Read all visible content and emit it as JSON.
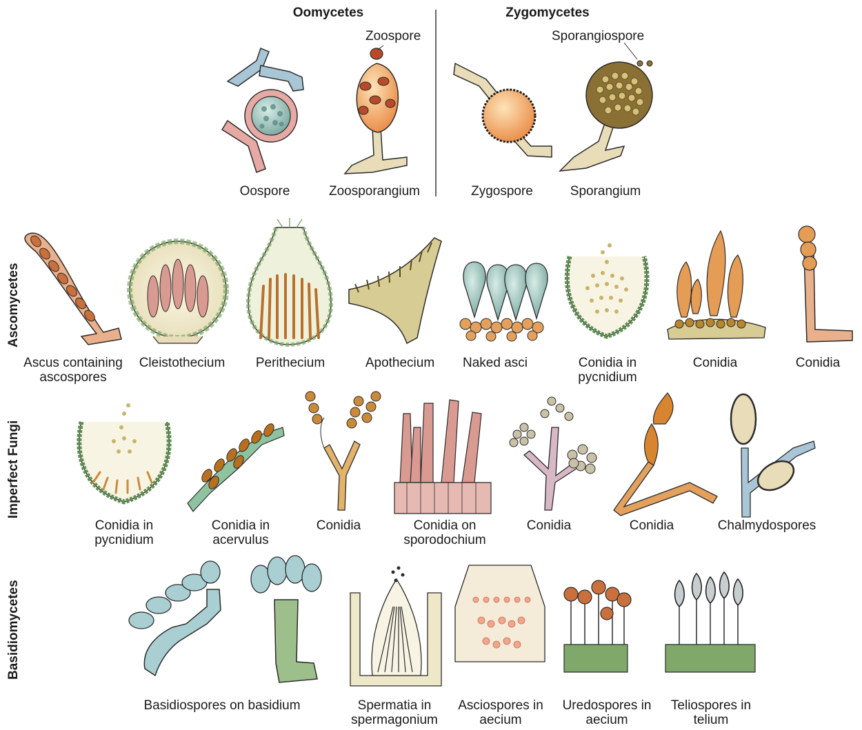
{
  "headers": {
    "oomycetes": "Oomycetes",
    "zygomycetes": "Zygomycetes"
  },
  "row_labels": {
    "ascomycetes": "Ascomycetes",
    "imperfect": "Imperfect Fungi",
    "basidiomycetes": "Basidiomycetes"
  },
  "callouts": {
    "zoospore": "Zoospore",
    "sporangiospore": "Sporangiospore"
  },
  "labels": {
    "oospore": "Oospore",
    "zoosporangium": "Zoosporangium",
    "zygospore": "Zygospore",
    "sporangium": "Sporangium",
    "ascus": [
      "Ascus containing",
      "ascospores"
    ],
    "cleistothecium": "Cleistothecium",
    "perithecium": "Perithecium",
    "apothecium": "Apothecium",
    "naked_asci": "Naked asci",
    "asco_pycnidium": [
      "Conidia in",
      "pycnidium"
    ],
    "asco_conidia1": "Conidia",
    "asco_conidia2": "Conidia",
    "imp_pycnidium": [
      "Conidia in",
      "pycnidium"
    ],
    "imp_acervulus": [
      "Conidia in",
      "acervulus"
    ],
    "imp_conidia1": "Conidia",
    "imp_sporodochium": [
      "Conidia on",
      "sporodochium"
    ],
    "imp_conidia2": "Conidia",
    "imp_conidia3": "Conidia",
    "chlamydospores": "Chalmydospores",
    "basidiospores": "Basidiospores on basidium",
    "spermatia": [
      "Spermatia in",
      "spermagonium"
    ],
    "asciospores": [
      "Asciospores in",
      "aecium"
    ],
    "uredospores": [
      "Uredospores in",
      "aecium"
    ],
    "teliospores": [
      "Teliospores in",
      "telium"
    ]
  },
  "colors": {
    "outline": "#2a2a2a",
    "hypha_tan": "#e9dcb8",
    "hypha_pink": "#e6a9a3",
    "hypha_blue": "#a9c6d6",
    "spore_orange": "#f0a560",
    "spore_teal": "#8fb8b2",
    "cell_green": "#7fa86a",
    "ascus_pink": "#d99a92"
  }
}
